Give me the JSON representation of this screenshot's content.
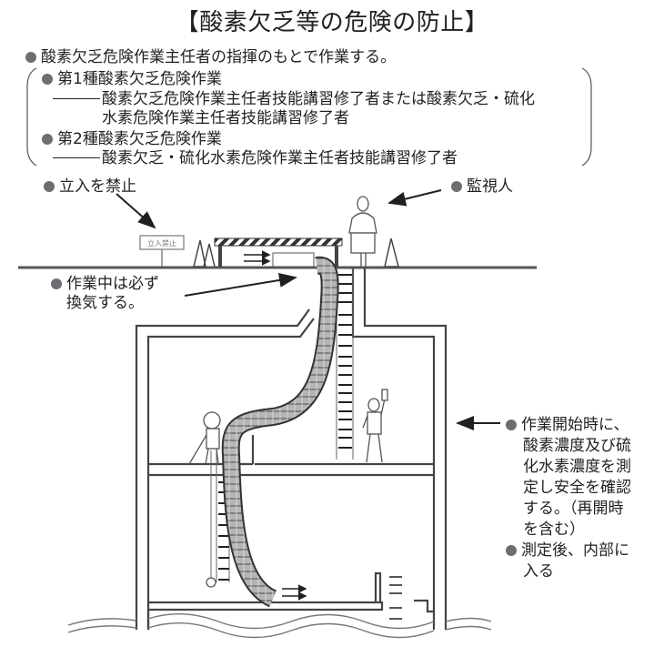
{
  "title": "【酸素欠乏等の危険の防止】",
  "header_notes": {
    "main": "酸素欠乏危険作業主任者の指揮のもとで作業する。",
    "type1_label": "第1種酸素欠乏危険作業",
    "type1_detail_line1": "酸素欠乏危険作業主任者技能講習修了者または酸素欠乏・硫化",
    "type1_detail_line2": "水素危険作業主任者技能講習修了者",
    "type2_label": "第2種酸素欠乏危険作業",
    "type2_detail": "酸素欠乏・硫化水素危険作業主任者技能講習修了者"
  },
  "callouts": {
    "no_entry": "立入を禁止",
    "watchman": "監視人",
    "ventilate_line1": "作業中は必ず",
    "ventilate_line2": "換気する。",
    "measure_lines": [
      "作業開始時に、",
      "酸素濃度及び硫",
      "化水素濃度を測",
      "定し安全を確認",
      "する。（再開時",
      "を含む）"
    ],
    "enter_lines": [
      "測定後、内部に",
      "入る"
    ]
  },
  "sign": {
    "text": "立入禁止"
  },
  "colors": {
    "bullet": "#6d6e71",
    "ink": "#231f20",
    "duct": "#9a9a9a"
  }
}
